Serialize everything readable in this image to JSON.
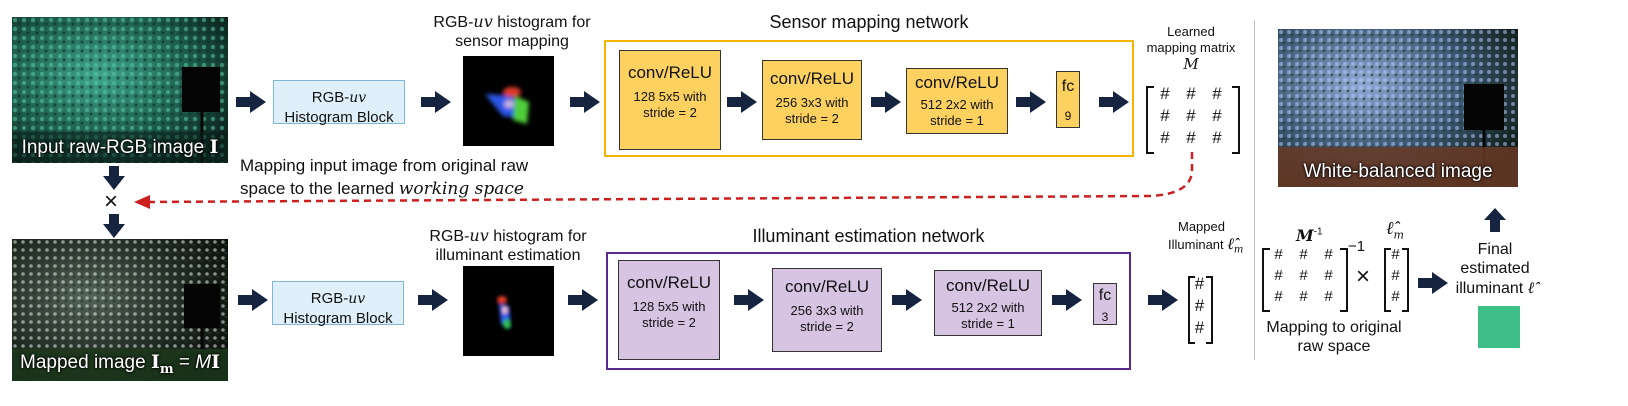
{
  "colors": {
    "arrow": "#16243f",
    "dashed_arrow": "#cc1f1f",
    "sensor_frame": "#f5b400",
    "sensor_layer_fill": "#fcd15f",
    "illum_frame": "#5a2a90",
    "illum_layer_fill": "#d7c3e2",
    "hist_block_fill": "#dff0fb",
    "final_illuminant": "#3fbf88"
  },
  "top_row": {
    "input_caption": "Input raw-RGB image ",
    "input_caption_sym": "I",
    "hist_block_line1": "RGB-",
    "hist_block_uv": "uv",
    "hist_block_line2": "Histogram Block",
    "hist_title_line1_a": "RGB-",
    "hist_title_line1_uv": "uv",
    "hist_title_line1_b": " histogram for",
    "hist_title_line2": "sensor mapping",
    "network_title": "Sensor mapping network",
    "layers": [
      {
        "name": "conv/ReLU",
        "l1": "128 5x5 with",
        "l2": "stride = 2"
      },
      {
        "name": "conv/ReLU",
        "l1": "256 3x3 with",
        "l2": "stride = 2"
      },
      {
        "name": "conv/ReLU",
        "l1": "512 2x2 with",
        "l2": "stride = 1"
      }
    ],
    "fc": {
      "name": "fc",
      "size": "9"
    },
    "matrix_title_line1": "Learned",
    "matrix_title_line2": "mapping matrix",
    "matrix_symbol": "M",
    "matrix_cell": "#",
    "mapping_text_line1": "Mapping input image from original raw",
    "mapping_text_line2_a": "space  to the learned ",
    "mapping_text_line2_b": "working space"
  },
  "multiply_symbol": "×",
  "bottom_row": {
    "mapped_caption": "Mapped image ",
    "mapped_caption_sym": "I",
    "mapped_caption_sub": "m",
    "mapped_caption_eq": " = ",
    "mapped_caption_m": "M",
    "mapped_caption_i": "I",
    "hist_block_line1": "RGB-",
    "hist_block_uv": "uv",
    "hist_block_line2": "Histogram Block",
    "hist_title_line1_a": "RGB-",
    "hist_title_line1_uv": "uv",
    "hist_title_line1_b": " histogram for",
    "hist_title_line2": "illuminant estimation",
    "network_title": "Illuminant estimation network",
    "layers": [
      {
        "name": "conv/ReLU",
        "l1": "128 5x5 with",
        "l2": "stride = 2"
      },
      {
        "name": "conv/ReLU",
        "l1": "256 3x3 with",
        "l2": "stride = 2"
      },
      {
        "name": "conv/ReLU",
        "l1": "512 2x2 with",
        "l2": "stride = 1"
      }
    ],
    "fc": {
      "name": "fc",
      "size": "3"
    },
    "mapped_illum_line1": "Mapped",
    "mapped_illum_line2": "Illuminant ",
    "vector_cell": "#"
  },
  "right_panel": {
    "wb_caption": "White-balanced image",
    "inv_symbol": "M",
    "inv_sup": "-1",
    "bracket_inv": "−1",
    "times": "×",
    "ell_hat": "ℓ̂",
    "ell_sub": "m",
    "matrix_cell": "#",
    "mapping_back_line1": "Mapping to original",
    "mapping_back_line2": "raw space",
    "final_line1": "Final",
    "final_line2": "estimated",
    "final_line3": "illuminant "
  }
}
